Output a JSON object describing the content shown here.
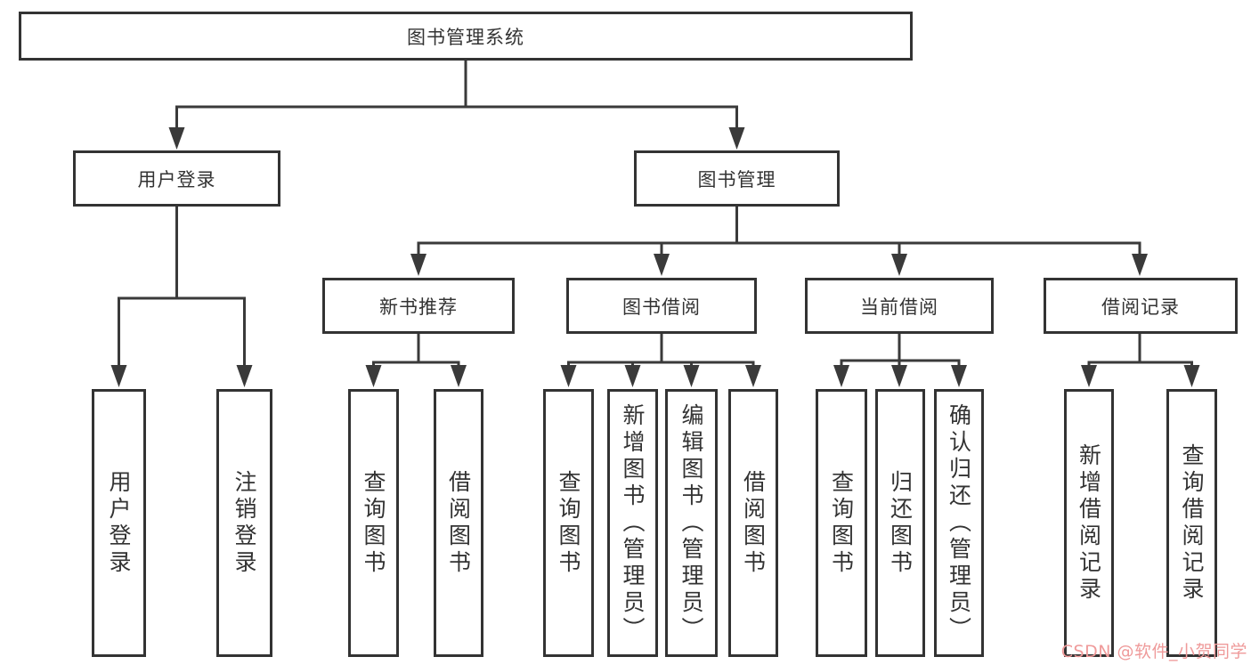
{
  "tree": {
    "label": "图书管理系统",
    "children": [
      {
        "label": "用户登录",
        "children": [
          {
            "label": "用户登录"
          },
          {
            "label": "注销登录"
          }
        ]
      },
      {
        "label": "图书管理",
        "children": [
          {
            "label": "新书推荐",
            "children": [
              {
                "label": "查询图书"
              },
              {
                "label": "借阅图书"
              }
            ]
          },
          {
            "label": "图书借阅",
            "children": [
              {
                "label": "查询图书"
              },
              {
                "label": "新增图书（管理员）"
              },
              {
                "label": "编辑图书（管理员）"
              },
              {
                "label": "借阅图书"
              }
            ]
          },
          {
            "label": "当前借阅",
            "children": [
              {
                "label": "查询图书"
              },
              {
                "label": "归还图书"
              },
              {
                "label": "确认归还（管理员）"
              }
            ]
          },
          {
            "label": "借阅记录",
            "children": [
              {
                "label": "新增借阅记录"
              },
              {
                "label": "查询借阅记录"
              }
            ]
          }
        ]
      }
    ]
  },
  "watermark": {
    "text": "CSDN @软件_小贺同学",
    "color": "#ef9a9a"
  },
  "colors": {
    "line": "#3a3a3a",
    "box_border": "#333333",
    "text": "#333333",
    "background": "#ffffff"
  }
}
